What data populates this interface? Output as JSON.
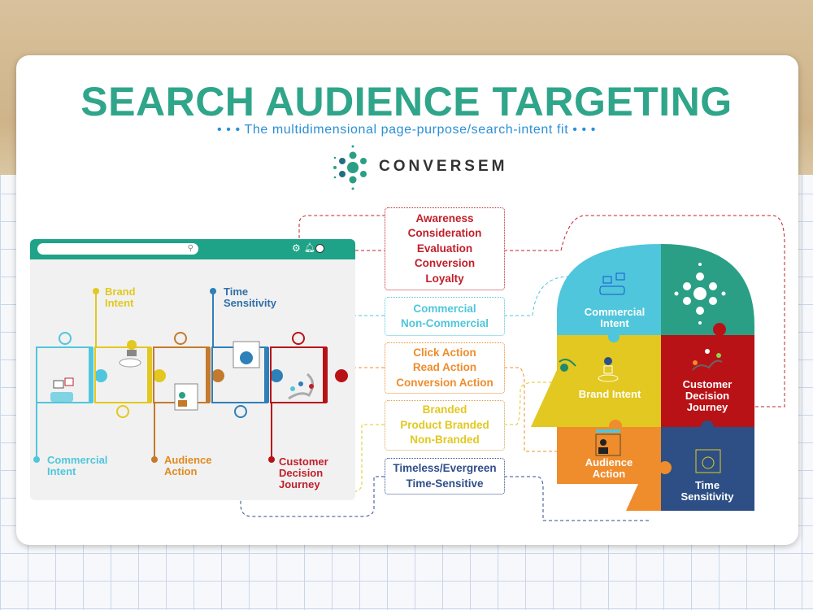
{
  "header": {
    "title": "SEARCH AUDIENCE TARGETING",
    "subtitle": "The multidimensional page-purpose/search-intent fit",
    "subtitle_dots": "• • •",
    "brand": "CONVERSEM"
  },
  "browser": {
    "search_placeholder": "",
    "icons": [
      "search-icon",
      "gear-icon",
      "bell-icon",
      "avatar"
    ]
  },
  "puzzle_labels": {
    "commercial_intent": "Commercial Intent",
    "brand_intent": "Brand Intent",
    "audience_action": "Audience Action",
    "time_sensitivity": "Time Sensitivity",
    "customer_decision_journey": "Customer Decision Journey"
  },
  "boxes": [
    {
      "lines": [
        "Awareness",
        "Consideration",
        "Evaluation",
        "Conversion",
        "Loyalty"
      ],
      "color": "#c0202a"
    },
    {
      "lines": [
        "Commercial",
        "Non-Commercial"
      ],
      "color": "#4fc6dc"
    },
    {
      "lines": [
        "Click Action",
        "Read Action",
        "Conversion Action"
      ],
      "color": "#ef8c2c"
    },
    {
      "lines": [
        "Branded",
        "Product Branded",
        "Non-Branded"
      ],
      "color": "#e2c820"
    },
    {
      "lines": [
        "Timeless/Evergreen",
        "Time-Sensitive"
      ],
      "color": "#2f4e8a"
    }
  ],
  "head": {
    "commercial_intent": "Commercial Intent",
    "brand_intent": "Brand Intent",
    "customer_decision_journey": "Customer Decision Journey",
    "audience_action": "Audience Action",
    "time_sensitivity": "Time Sensitivity"
  },
  "colors": {
    "teal": "#2fa58a",
    "cyan": "#4fc6dc",
    "yellow": "#e2c820",
    "orange": "#ef8c2c",
    "blue": "#2f7fb8",
    "red": "#b81217",
    "navy": "#2d4f85"
  }
}
